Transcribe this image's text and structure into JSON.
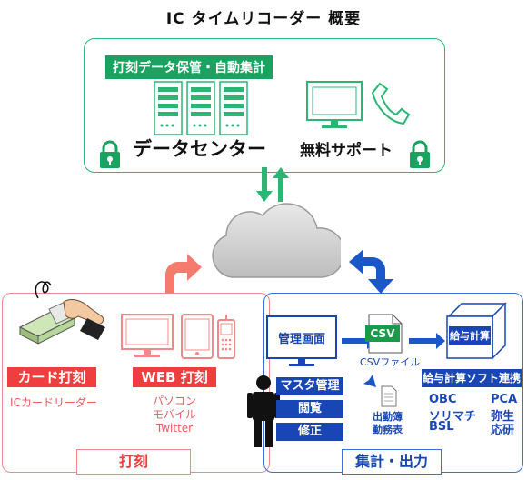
{
  "title": "IC タイムリコーダー 概要",
  "top": {
    "label": "打刻データ保管・自動集計",
    "datacenter": "データセンター",
    "support": "無料サポート"
  },
  "punch": {
    "card_label": "カード打刻",
    "card_sub": "ICカードリーダー",
    "web_label": "WEB 打刻",
    "web_sub1": "パソコン",
    "web_sub2": "モバイル",
    "web_sub3": "Twitter",
    "tab": "打刻"
  },
  "aggregate": {
    "admin_screen": "管理画面",
    "csv": "CSV",
    "csv_file": "CSVファイル",
    "payroll": "給与計算",
    "master": "マスタ管理",
    "view": "閲覧",
    "edit": "修正",
    "attendance1": "出勤簿",
    "attendance2": "勤務表",
    "link_title": "給与計算ソフト連携",
    "soft": [
      "OBC",
      "PCA",
      "ソリマチ",
      "弥生",
      "BSL",
      "応研"
    ],
    "tab": "集計・出力"
  },
  "colors": {
    "green": "#1aa260",
    "pink": "#f08a8a",
    "red": "#ef3e3e",
    "blue": "#1846b5"
  }
}
